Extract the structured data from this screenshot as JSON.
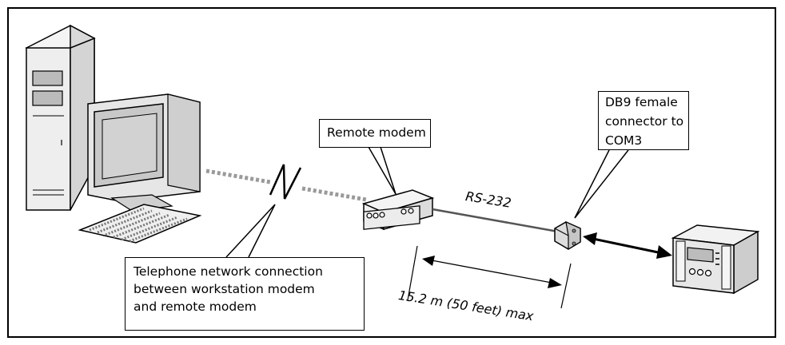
{
  "callouts": {
    "telephone": [
      "Telephone network connection",
      "between workstation modem",
      "and remote modem"
    ],
    "remote_modem": "Remote modem",
    "db9": [
      "DB9 female",
      "connector to",
      "COM3"
    ]
  },
  "labels": {
    "rs232": "RS-232",
    "distance": "15.2 m (50 feet) max"
  },
  "colors": {
    "outline": "#000000",
    "device_body": "#eeeeee",
    "screen": "#c8c8c8",
    "dotted_line": "#9a9a9a",
    "cable": "#555555"
  }
}
